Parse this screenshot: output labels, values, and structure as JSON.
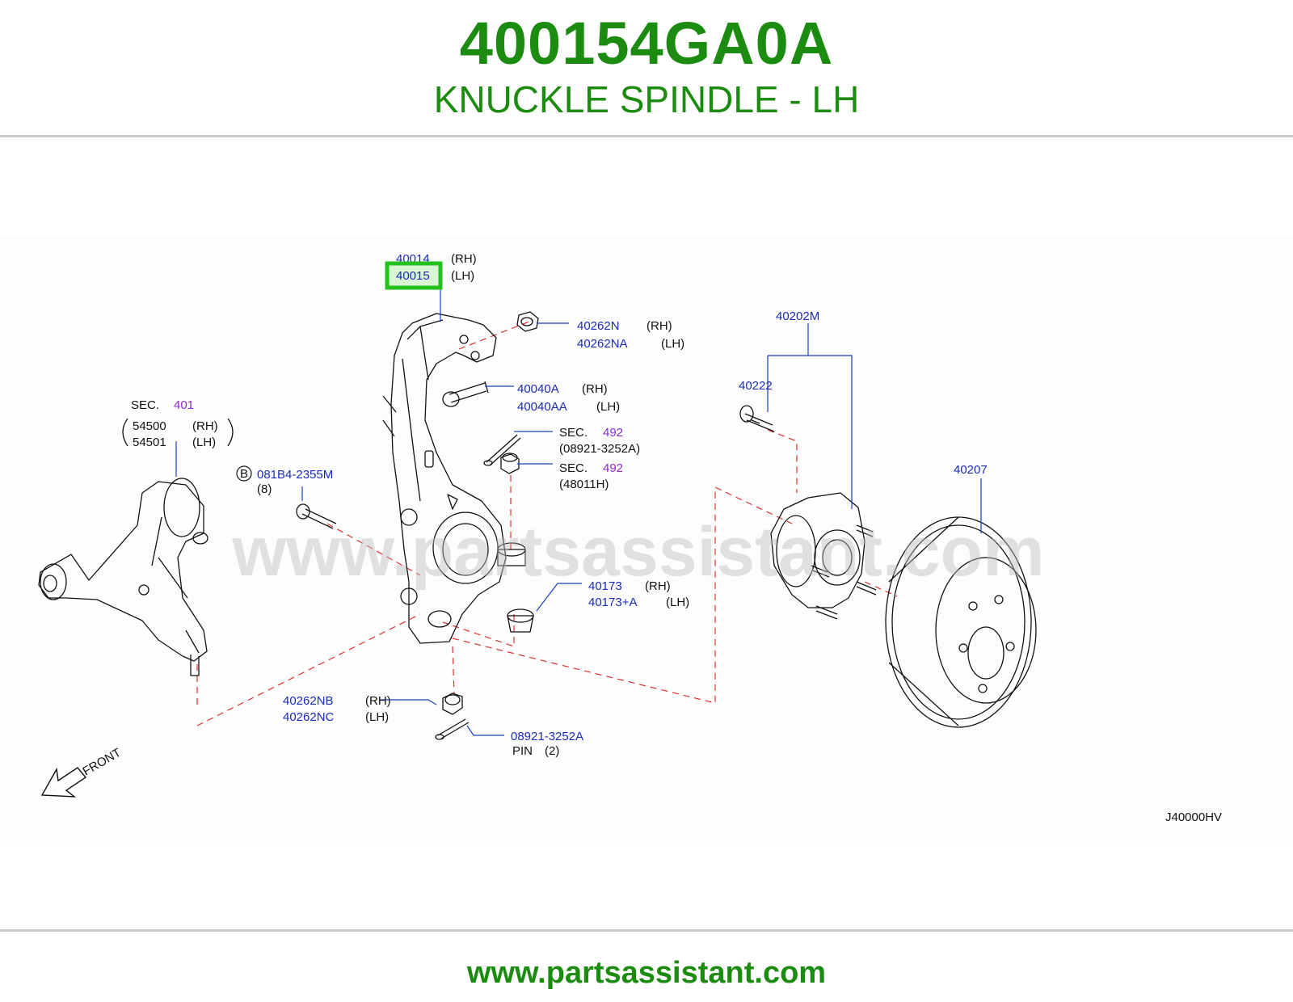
{
  "header": {
    "part_number": "400154GA0A",
    "part_name": "KNUCKLE SPINDLE - LH"
  },
  "footer": {
    "url": "www.partsassistant.com"
  },
  "diagram": {
    "watermark": "www.partsassistant.com",
    "code": "J40000HV",
    "front_label": "FRONT",
    "callouts": {
      "knuckle_rh": {
        "pn": "40014",
        "side": "(RH)"
      },
      "knuckle_lh": {
        "pn": "40015",
        "side": "(LH)",
        "highlight_color": "#22c21a"
      },
      "nut_top_rh": {
        "pn": "40262N",
        "side": "(RH)"
      },
      "nut_top_lh": {
        "pn": "40262NA",
        "side": "(LH)"
      },
      "bolt_rh": {
        "pn": "40040A",
        "side": "(RH)"
      },
      "bolt_lh": {
        "pn": "40040AA",
        "side": "(LH)"
      },
      "sec_pin": {
        "sec": "SEC.",
        "num": "492",
        "ref": "(08921-3252A)"
      },
      "sec_nut": {
        "sec": "SEC.",
        "num": "492",
        "ref": "(48011H)"
      },
      "sec_arm": {
        "sec": "SEC.",
        "num": "401"
      },
      "arm_rh": {
        "pn": "54500",
        "side": "(RH)"
      },
      "arm_lh": {
        "pn": "54501",
        "side": "(LH)"
      },
      "bolt_b": {
        "circle": "B",
        "pn": "081B4-2355M",
        "qty": "(8)"
      },
      "cap_rh": {
        "pn": "40173",
        "side": "(RH)"
      },
      "cap_lh": {
        "pn": "40173+A",
        "side": "(LH)"
      },
      "nut_low_rh": {
        "pn": "40262NB",
        "side": "(RH)"
      },
      "nut_low_lh": {
        "pn": "40262NC",
        "side": "(LH)"
      },
      "pin": {
        "pn": "08921-3252A",
        "label": "PIN",
        "qty": "(2)"
      },
      "hub": {
        "pn": "40202M"
      },
      "stud": {
        "pn": "40222"
      },
      "rotor": {
        "pn": "40207"
      }
    },
    "colors": {
      "part_number": "#1a2bb8",
      "section_ref": "#8a2fc7",
      "dash": "#e03030",
      "brand_green": "#1c8c10"
    }
  }
}
